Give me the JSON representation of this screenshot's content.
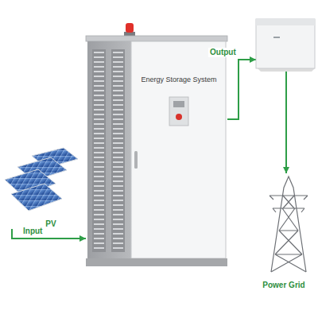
{
  "diagram": {
    "nodes": [
      {
        "text": [
          "PV"
        ]
      },
      {
        "text": [
          "Energy Storage System"
        ]
      },
      {
        "text": [
          "Power Grid"
        ]
      }
    ],
    "edges": [
      {
        "from": 0,
        "to": 1,
        "label": "Input",
        "arrow": "to"
      },
      {
        "from": 1,
        "to": 2,
        "label": "Output",
        "arrow": "to"
      }
    ]
  }
}
